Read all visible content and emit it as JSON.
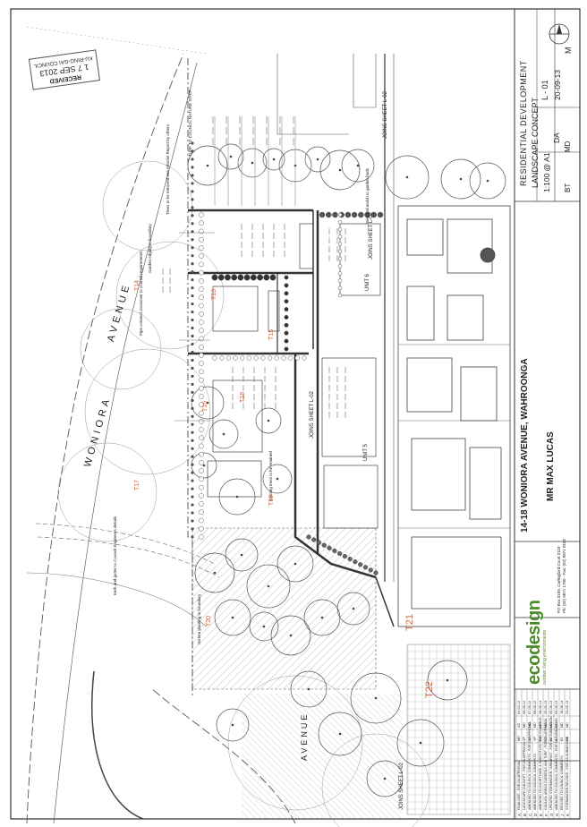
{
  "stamp": {
    "label": "RECEIVED",
    "date": "1 7 SEP 2013",
    "office": "KU-RING-GAI COUNCIL"
  },
  "streets": {
    "primary": "WONIORA",
    "primary_suffix": "AVENUE",
    "secondary_suffix": "AVENUE"
  },
  "notes": {
    "turf_strip": "TURF TO COUNCIL NATURE STRIP",
    "trees_removed": "Trees to be removed see Arborist Report by others",
    "garden_edging": "Garden edging to boundary",
    "kerb_gutter": "Kerb and gutter to Council Engineers details",
    "pipe_connect": "Pipe connect crossover to council requirements",
    "join_sheet": "JOINS SHEET L-02",
    "unit6": "UNIT 6",
    "unit5": "UNIT 5",
    "existing_trees": "Existing trees to be retained",
    "screen_planting": "Screen planting to boundary",
    "selected_mulch": "Selected mulch to garden beds"
  },
  "tree_tags": [
    "T13",
    "T14",
    "T15",
    "T16",
    "T17",
    "T18",
    "T19",
    "T20",
    "T21",
    "T22"
  ],
  "title_block": {
    "project": "RESIDENTIAL DEVELOPMENT",
    "drawing": "LANDSCAPE CONCEPT",
    "scale": "1:100 @ A1",
    "sheet": "L - 01",
    "stage": "DA",
    "date": "20-09-13",
    "revision": "M",
    "drawn": "BT",
    "checked": "MD",
    "site": "14-18 WONIORA AVENUE, WAHROONGA",
    "client": "MR MAX LUCAS",
    "firm": "ecodesign",
    "firm_tagline": "outdoor living environments",
    "firm_address": "PO Box 3109, Carlingford Court 2118",
    "firm_phone": "Ph: (02) 9871 1700 · Fax: (02) 9871 0182"
  },
  "revisions": [
    {
      "rev": "A",
      "desc": "FINALISED - FOR DA APPROVAL",
      "by": "MD",
      "chk": "AS",
      "date": "04-04-12"
    },
    {
      "rev": "B",
      "desc": "LANDSCAPE CONCEPT - FOR DA APPROVAL",
      "by": "VP",
      "chk": "MD",
      "date": "05-06-12"
    },
    {
      "rev": "C",
      "desc": "AMENDED TO COUNCIL COMMENTS - FOR DA APPROVAL",
      "by": "VP",
      "chk": "MD",
      "date": "07-06-12"
    },
    {
      "rev": "D",
      "desc": "AMENDED TO COUNCIL COMMENTS",
      "by": "VP",
      "chk": "MD",
      "date": "08-06-12"
    },
    {
      "rev": "E",
      "desc": "AMENDED TO COURTYARD & SUBSTITUTE TREE PLANTING",
      "by": "BT",
      "chk": "MD",
      "date": "28-06-13"
    },
    {
      "rev": "F",
      "desc": "COUNCIL AREAS GARDENS AND TURF - FOR DA APPROVAL",
      "by": "BT",
      "chk": "MD",
      "date": "29-06-13"
    },
    {
      "rev": "G",
      "desc": "UPDATED STORMWATER / ARBORIST - FOR DA SUBMISSION",
      "by": "BT",
      "chk": "MD",
      "date": "05-08-13"
    },
    {
      "rev": "H",
      "desc": "AMENDED TO COUNCIL COMMENTS - FOR DA SUBMISSION",
      "by": "BT",
      "chk": "MD",
      "date": "05-08-13"
    },
    {
      "rev": "J",
      "desc": "REVISED TO COUNCIL COMMENTS",
      "by": "BT",
      "chk": "MD",
      "date": "18-08-13"
    },
    {
      "rev": "K",
      "desc": "STORMWATER REVISED - FOR DA SUBMISSION",
      "by": "BT",
      "chk": "MD",
      "date": "20-09-13"
    }
  ],
  "colors": {
    "ink": "#2b2b2b",
    "light_ink": "#8a8a8a",
    "hatch": "#9a9a9a",
    "tag_red": "#c9694a",
    "brand_green": "#4d8a2c"
  }
}
